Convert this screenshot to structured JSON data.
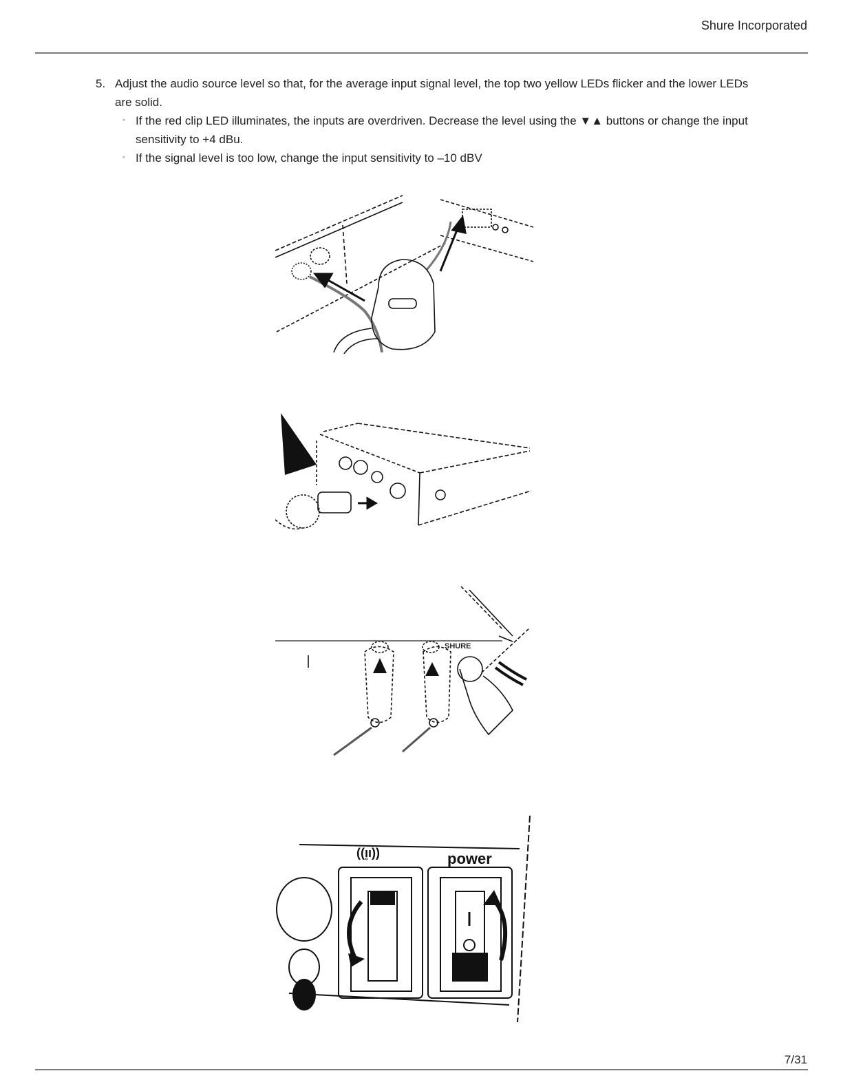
{
  "header": {
    "company": "Shure Incorporated"
  },
  "step": {
    "number": "5.",
    "text": "Adjust the audio source level so that, for the average input signal level, the top two yellow LEDs flicker and the lower LEDs are solid.",
    "bullets": [
      "If the red clip LED illuminates, the inputs are overdriven. Decrease the level using the ▼▲ buttons or change the input sensitivity to +4 dBu.",
      "If the signal level is too low, change the input sensitivity to –10 dBV"
    ]
  },
  "figures": {
    "fig4_labels": {
      "antenna_symbol": "((ı̥ı))",
      "power": "power"
    }
  },
  "footer": {
    "page": "7/31"
  }
}
